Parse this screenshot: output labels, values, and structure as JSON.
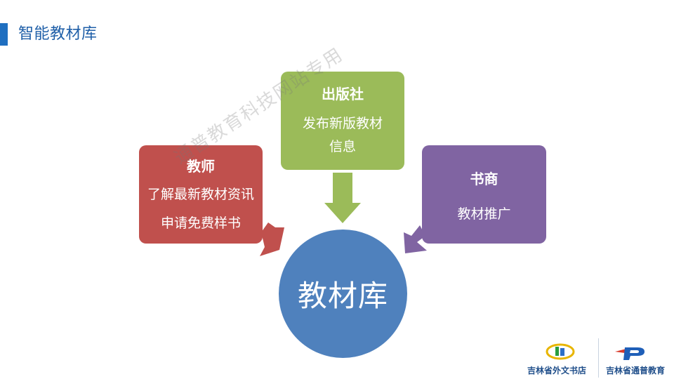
{
  "slide": {
    "title": "智能教材库"
  },
  "diagram": {
    "teacher": {
      "heading": "教师",
      "lines": [
        "了解最新教材资讯",
        "申请免费样书"
      ]
    },
    "publisher": {
      "heading": "出版社",
      "lines": [
        "发布新版教材",
        "信息"
      ]
    },
    "bookseller": {
      "heading": "书商",
      "lines": [
        "教材推广"
      ]
    },
    "center": {
      "label": "教材库"
    }
  },
  "watermark": "通普教育科技网站专用",
  "footer": {
    "left_label": "吉林省外文书店",
    "right_label": "吉林省通普教育"
  },
  "colors": {
    "accent": "#1f6fc0",
    "teacher": "#c0504d",
    "publisher": "#9bbb59",
    "bookseller": "#8064a2",
    "center": "#4f81bd"
  }
}
